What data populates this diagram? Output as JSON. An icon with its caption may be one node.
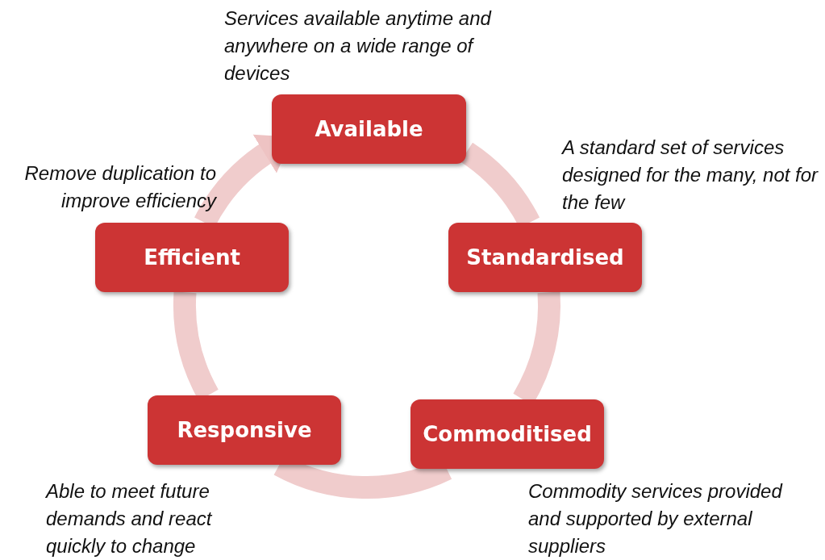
{
  "diagram": {
    "nodes": [
      {
        "text": [
          "Available"
        ],
        "beside": [
          "Services available anytime and anywhere on a wide range of devices"
        ]
      },
      {
        "text": [
          "Efficient"
        ],
        "beside": [
          "Remove duplication to improve efficiency"
        ]
      },
      {
        "text": [
          "Standardised"
        ],
        "beside": [
          "A standard set of services designed for the many, not for the few"
        ]
      },
      {
        "text": [
          "Responsive"
        ],
        "beside": [
          "Able to meet future demands and react quickly to change"
        ]
      },
      {
        "text": [
          "Commoditised"
        ],
        "beside": [
          "Commodity services provided and supported by external suppliers"
        ]
      }
    ],
    "edges": [
      {
        "from": 0,
        "to": 2,
        "arrow": "none"
      },
      {
        "from": 2,
        "to": 4,
        "arrow": "none"
      },
      {
        "from": 4,
        "to": 3,
        "arrow": "none"
      },
      {
        "from": 3,
        "to": 1,
        "arrow": "none"
      },
      {
        "from": 1,
        "to": 0,
        "arrow": "to"
      }
    ]
  }
}
